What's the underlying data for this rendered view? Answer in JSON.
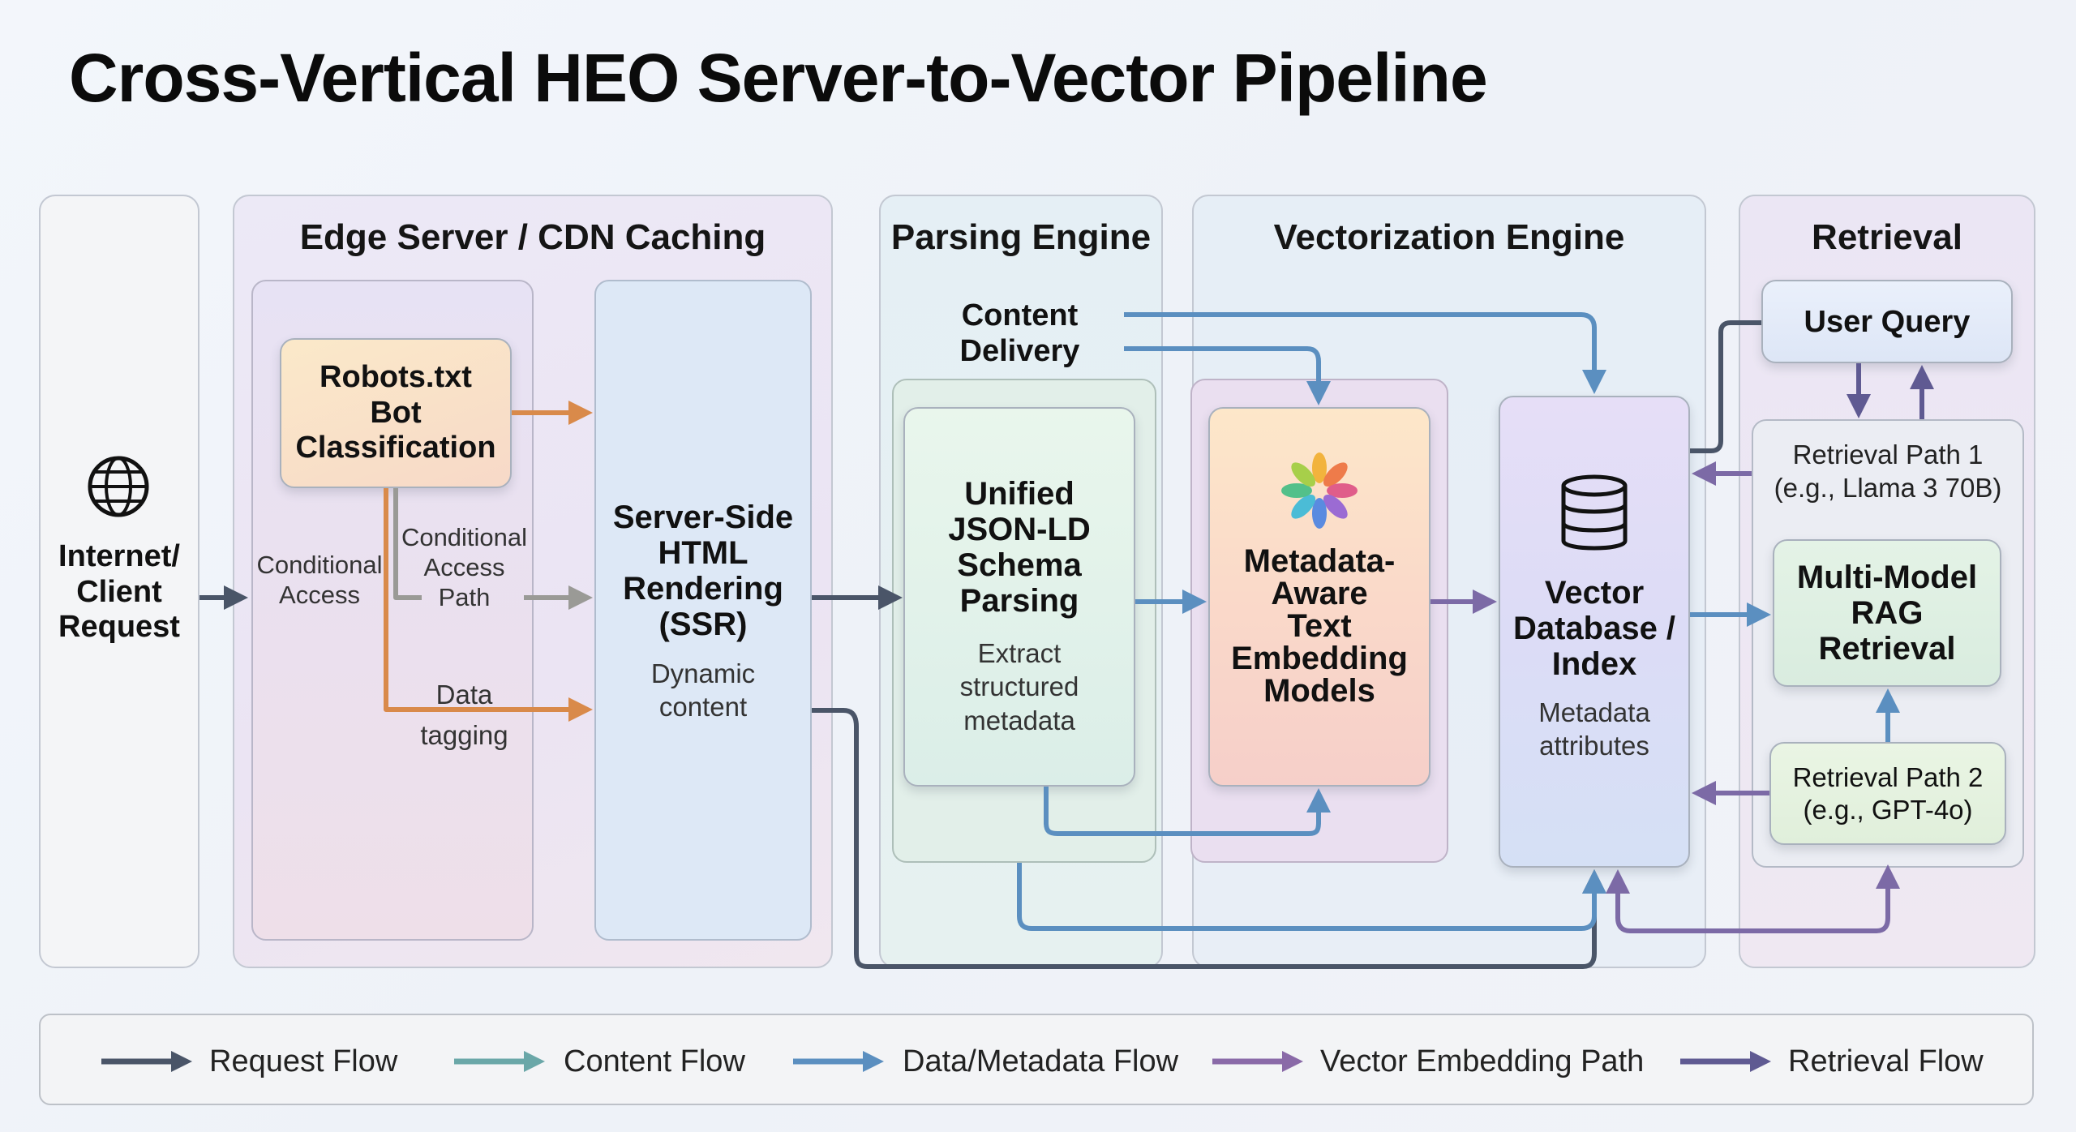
{
  "title": "Cross-Vertical HEO Server-to-Vector Pipeline",
  "client": {
    "label": "Internet/\nClient\nRequest"
  },
  "edge": {
    "title": "Edge Server / CDN Caching",
    "robots": "Robots.txt\nBot\nClassification",
    "conditional_access": "Conditional\nAccess",
    "conditional_access_path": "Conditional\nAccess\nPath",
    "data_tagging": "Data\ntagging",
    "ssr_title": "Server-Side\nHTML\nRendering\n(SSR)",
    "ssr_sub": "Dynamic\ncontent"
  },
  "parsing": {
    "title": "Parsing Engine",
    "content_delivery": "Content\nDelivery",
    "jsonld_title": "Unified\nJSON-LD\nSchema\nParsing",
    "jsonld_sub": "Extract\nstructured\nmetadata"
  },
  "vectorization": {
    "title": "Vectorization Engine",
    "embed_title": "Metadata-\nAware\nText\nEmbedding\nModels",
    "db_title": "Vector\nDatabase /\nIndex",
    "db_sub": "Metadata\nattributes"
  },
  "retrieval": {
    "title": "Retrieval",
    "user_query": "User Query",
    "path1": "Retrieval Path 1\n(e.g., Llama 3 70B)",
    "rag": "Multi-Model\nRAG\nRetrieval",
    "path2": "Retrieval Path 2\n(e.g., GPT-4o)"
  },
  "legend": [
    {
      "label": "Request Flow",
      "color": "#4a5568"
    },
    {
      "label": "Content Flow",
      "color": "#6aa7a8"
    },
    {
      "label": "Data/Metadata Flow",
      "color": "#5b8fc0"
    },
    {
      "label": "Vector Embedding Path",
      "color": "#8a6aa8"
    },
    {
      "label": "Retrieval Flow",
      "color": "#5f5a92"
    }
  ],
  "colors": {
    "request": "#4a5568",
    "orange": "#d98a4a",
    "gray": "#9a9a96",
    "blue": "#5b8fc0",
    "purple": "#7c6aa6",
    "retrieval": "#5f5a92"
  },
  "icons": [
    "globe-icon",
    "pinwheel-icon",
    "database-icon"
  ]
}
